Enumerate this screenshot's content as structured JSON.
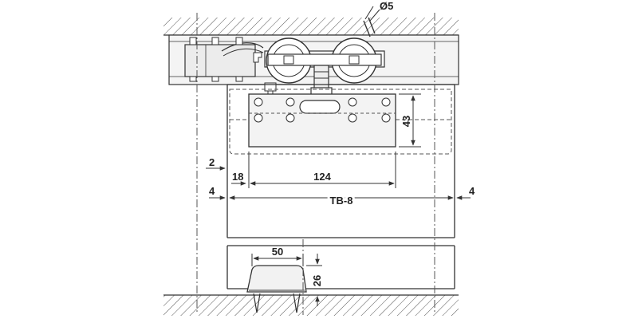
{
  "drawing": {
    "dimensions": {
      "top_screw_diameter": "Ø5",
      "plate_height": "43",
      "gap_top": "2",
      "side_offset": "18",
      "hole_spacing": "124",
      "side_clearance_left": "4",
      "door_width": "TB-8",
      "side_clearance_right": "4",
      "guide_width": "50",
      "guide_height": "26"
    }
  },
  "colors": {
    "line": "#333333",
    "hatch": "#555555",
    "dash": "#555555",
    "fill_light": "#f2f2f2",
    "fill_mid": "#e6e6e6"
  }
}
